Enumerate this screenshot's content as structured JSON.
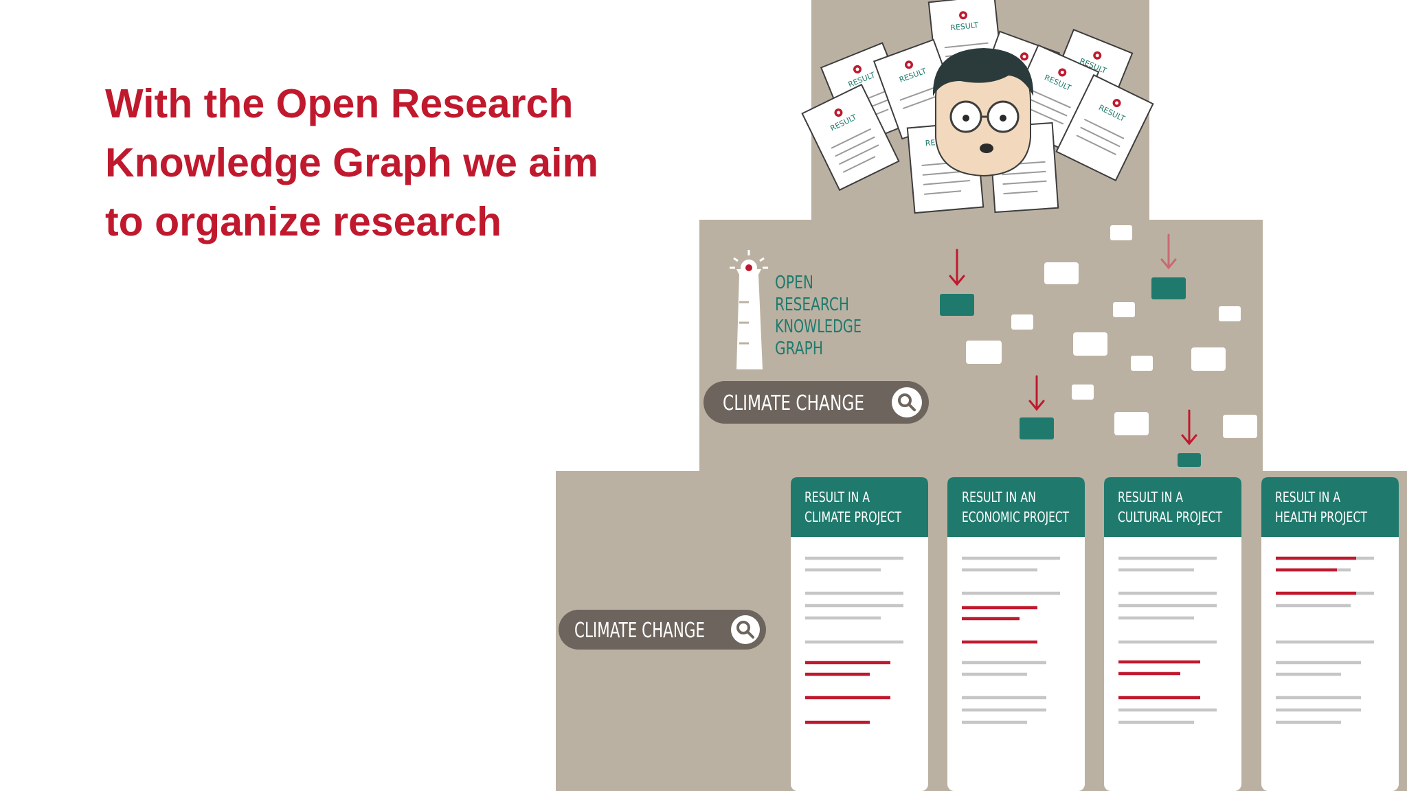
{
  "slide": {
    "title_lines": [
      "With the Open Research",
      "Knowledge Graph we aim",
      "to organize research"
    ]
  },
  "illustration": {
    "paper_label": "RESULT",
    "logo_lines": [
      "OPEN",
      "RESEARCH",
      "KNOWLEDGE",
      "GRAPH"
    ],
    "search_upper": "CLIMATE CHANGE",
    "search_lower": "CLIMATE CHANGE",
    "cards": [
      {
        "line1": "RESULT IN A",
        "line2": "CLIMATE PROJECT"
      },
      {
        "line1": "RESULT IN AN",
        "line2": "ECONOMIC PROJECT"
      },
      {
        "line1": "RESULT IN A",
        "line2": "CULTURAL PROJECT"
      },
      {
        "line1": "RESULT IN A",
        "line2": "HEALTH PROJECT"
      }
    ]
  },
  "colors": {
    "title_red": "#c0192e",
    "backdrop": "#bbb1a2",
    "teal": "#1f7a6d",
    "pill": "#6d655d",
    "highlight_red": "#c0192e"
  },
  "icons": [
    "magnifier-icon",
    "lighthouse-icon",
    "down-arrow-icon",
    "face-icon"
  ]
}
